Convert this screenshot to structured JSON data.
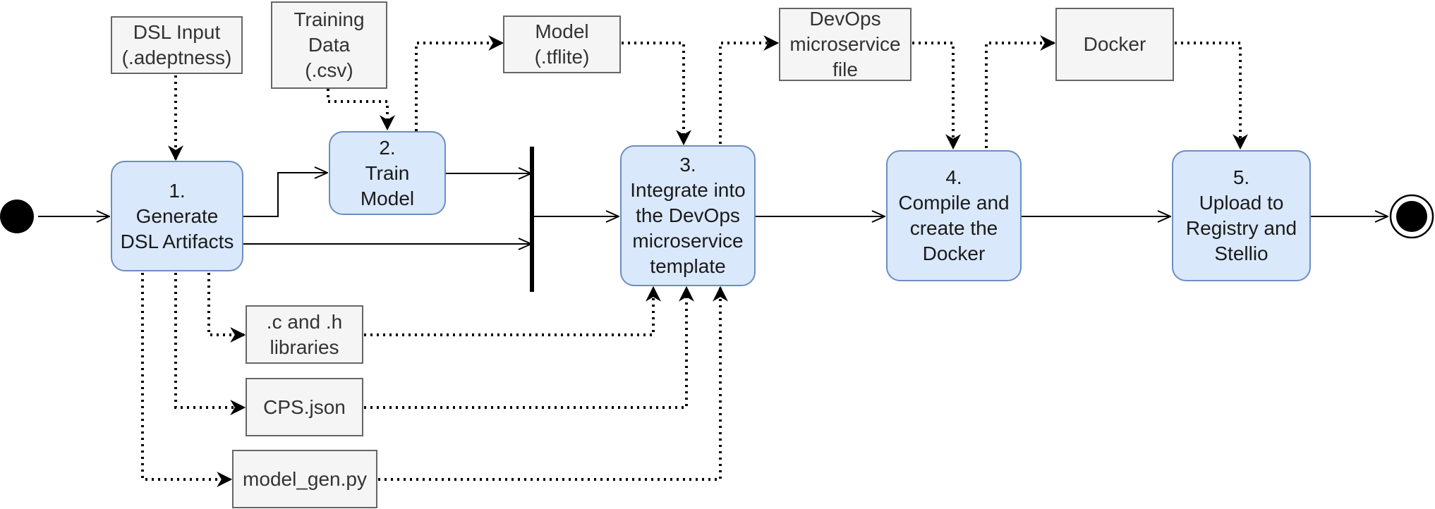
{
  "actions": {
    "generate": {
      "number": "1.",
      "lines": [
        "Generate",
        "DSL Artifacts"
      ]
    },
    "train": {
      "number": "2.",
      "lines": [
        "Train",
        "Model"
      ]
    },
    "integrate": {
      "number": "3.",
      "lines": [
        "Integrate into",
        "the DevOps",
        "microservice",
        "template"
      ]
    },
    "compile": {
      "number": "4.",
      "lines": [
        "Compile and",
        "create the",
        "Docker"
      ]
    },
    "upload": {
      "number": "5.",
      "lines": [
        "Upload to",
        "Registry and",
        "Stellio"
      ]
    }
  },
  "artifacts": {
    "dsl_input": {
      "lines": [
        "DSL Input",
        "(.adeptness)"
      ]
    },
    "training_data": {
      "lines": [
        "Training",
        "Data",
        "(.csv)"
      ]
    },
    "model": {
      "lines": [
        "Model",
        "(.tflite)"
      ]
    },
    "devops_file": {
      "lines": [
        "DevOps",
        "microservice",
        "file"
      ]
    },
    "docker": {
      "lines": [
        "Docker"
      ]
    },
    "c_h_libraries": {
      "lines": [
        ".c and .h",
        "libraries"
      ]
    },
    "cps_json": {
      "lines": [
        "CPS.json"
      ]
    },
    "model_gen": {
      "lines": [
        "model_gen.py"
      ]
    }
  },
  "colors": {
    "action_fill": "#dae8fc",
    "action_stroke": "#6c8ebf",
    "artifact_fill": "#f5f5f5",
    "artifact_stroke": "#666666",
    "edge": "#000000"
  }
}
